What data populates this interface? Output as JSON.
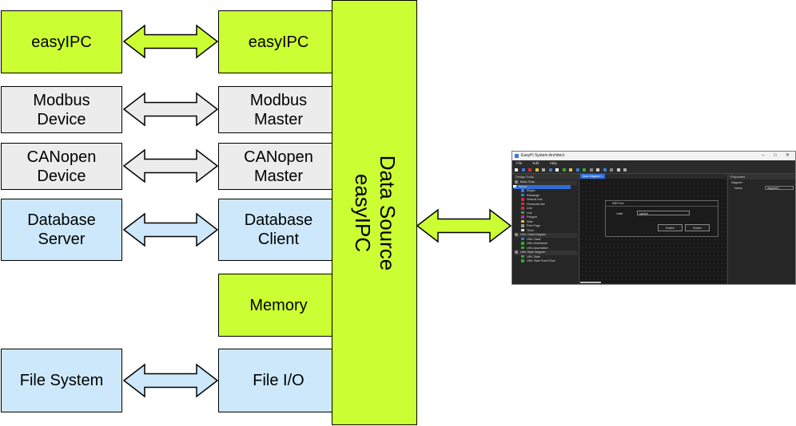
{
  "left_column": [
    {
      "label": "easyIPC",
      "fill": "#ccff33"
    },
    {
      "label": "Modbus\nDevice",
      "fill": "#ececec"
    },
    {
      "label": "CANopen\nDevice",
      "fill": "#ececec"
    },
    {
      "label": "Database\nServer",
      "fill": "#cce8fa"
    },
    {
      "label": "File System",
      "fill": "#cce8fa"
    }
  ],
  "middle_column": [
    {
      "label": "easyIPC",
      "fill": "#ccff33"
    },
    {
      "label": "Modbus\nMaster",
      "fill": "#ececec"
    },
    {
      "label": "CANopen\nMaster",
      "fill": "#ececec"
    },
    {
      "label": "Database\nClient",
      "fill": "#cce8fa"
    },
    {
      "label": "Memory",
      "fill": "#ccff33"
    },
    {
      "label": "File I/O",
      "fill": "#cce8fa"
    }
  ],
  "data_source": {
    "line1": "Data Source",
    "line2": "easyIPC",
    "fill": "#ccff33"
  },
  "arrow_colors": {
    "easyipc": "#ccff33",
    "modbus": "#ececec",
    "canopen": "#ececec",
    "database": "#cce8fa",
    "file": "#cce8fa",
    "screenshot": "#ccff33"
  },
  "screenshot": {
    "title": "EasyPi System Architect",
    "menu": [
      "File",
      "Edit",
      "Help"
    ],
    "left_panel_title": "Design Tools",
    "tree": [
      {
        "label": "Basic Tools",
        "kind": "group"
      },
      {
        "label": "Select",
        "kind": "selected",
        "icon": "#ffffff"
      },
      {
        "label": "Ellipse",
        "kind": "sub",
        "icon": "#3a7bd5"
      },
      {
        "label": "Rectangle",
        "kind": "sub",
        "icon": "#3a7bd5"
      },
      {
        "label": "Vertical Line",
        "kind": "sub",
        "icon": "#cc3333"
      },
      {
        "label": "Horizontal line",
        "kind": "sub",
        "icon": "#cc3333"
      },
      {
        "label": "Line",
        "kind": "sub",
        "icon": "#cc3333"
      },
      {
        "label": "Line",
        "kind": "sub",
        "icon": "#33aa33"
      },
      {
        "label": "Polygon",
        "kind": "sub",
        "icon": "#aa33aa"
      },
      {
        "label": "Note",
        "kind": "sub",
        "icon": "#e0c040"
      },
      {
        "label": "Print Page",
        "kind": "sub",
        "icon": "#999999"
      },
      {
        "label": "Timer",
        "kind": "sub",
        "icon": "#dddddd"
      },
      {
        "label": "UML Class Diagram",
        "kind": "group"
      },
      {
        "label": "UML Class",
        "kind": "sub",
        "icon": "#3a7bd5"
      },
      {
        "label": "UML Inheritance",
        "kind": "sub",
        "icon": "#33aa33"
      },
      {
        "label": "UML Association",
        "kind": "sub",
        "icon": "#33aa33"
      },
      {
        "label": "UML State Diagram",
        "kind": "group"
      },
      {
        "label": "UML State",
        "kind": "sub",
        "icon": "#33aa33"
      },
      {
        "label": "UML State Event Flow",
        "kind": "sub",
        "icon": "#33aa33"
      }
    ],
    "tab_label": "New Diagram 1",
    "form_title": "HMI Form",
    "form_label": "Label",
    "form_input_value": "symbol",
    "form_buttons": [
      "Button",
      "Button"
    ],
    "right_panel_title": "Properties",
    "properties_group": "Diagram",
    "property_key": "Name",
    "property_value": "diagram1",
    "window_controls": [
      "–",
      "□",
      "✕"
    ]
  }
}
